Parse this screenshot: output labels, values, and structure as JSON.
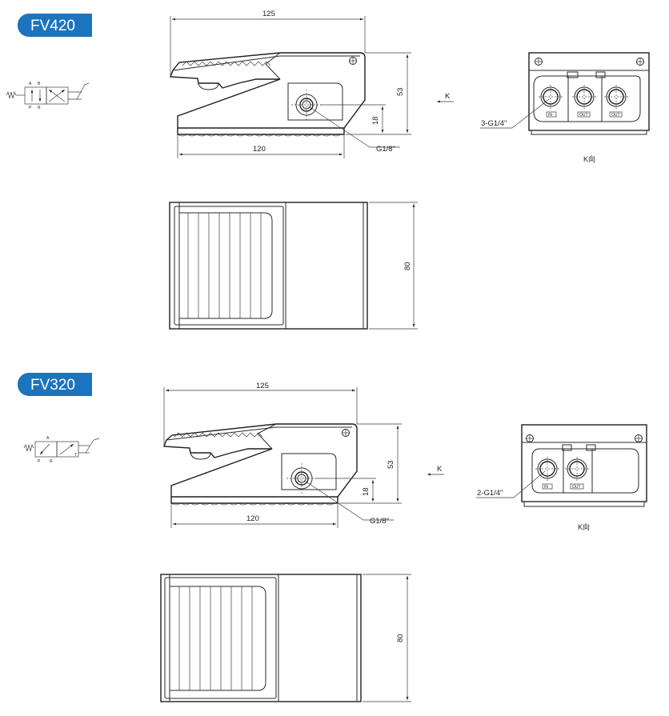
{
  "sections": [
    {
      "model": "FV420",
      "badge_color": "#1b74bd",
      "symbol_ports": {
        "a": "A",
        "b": "B",
        "p": "P",
        "r": "R"
      },
      "side_view": {
        "length_top": "125",
        "length_bottom": "120",
        "height": "53",
        "port_height": "18",
        "port_thread": "G1/8\"",
        "view_arrow": "K"
      },
      "port_view": {
        "ports_callout": "3-G1/4\"",
        "port_labels": [
          "IN",
          "OUT",
          "OUT"
        ],
        "caption": "K向"
      },
      "top_view": {
        "width": "80"
      }
    },
    {
      "model": "FV320",
      "badge_color": "#1b74bd",
      "symbol_ports": {
        "a": "A",
        "p": "P",
        "r": "R",
        "t": "T"
      },
      "side_view": {
        "length_top": "125",
        "length_bottom": "120",
        "height": "53",
        "port_height": "18",
        "port_thread": "G1/8\"",
        "view_arrow": "K"
      },
      "port_view": {
        "ports_callout": "2-G1/4\"",
        "port_labels": [
          "IN",
          "OUT"
        ],
        "caption": "K向"
      },
      "top_view": {
        "width": "80"
      }
    }
  ]
}
